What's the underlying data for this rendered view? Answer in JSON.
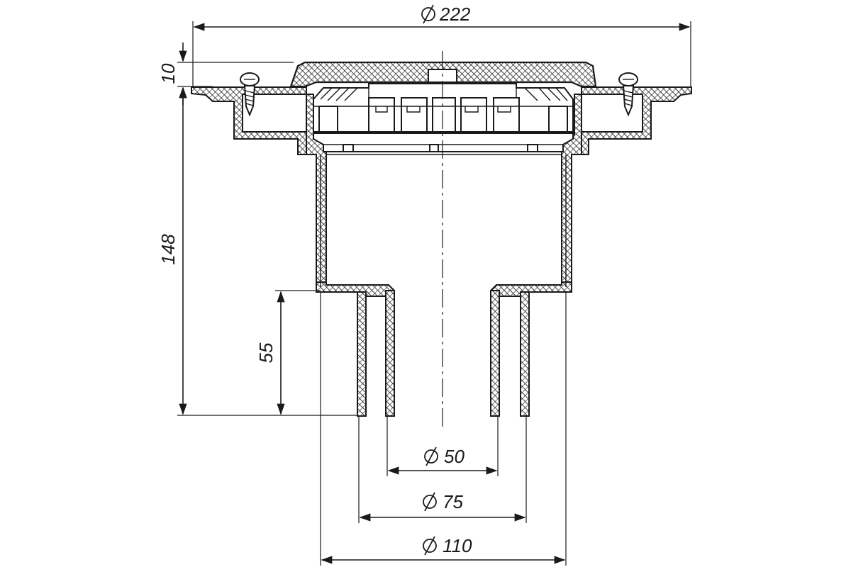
{
  "dimensions": {
    "flange_diameter": "222",
    "grate_thickness": "10",
    "total_height": "148",
    "socket_depth": "55",
    "inner_outlet_diameter": "50",
    "middle_outlet_diameter": "75",
    "outer_pipe_diameter": "110"
  }
}
